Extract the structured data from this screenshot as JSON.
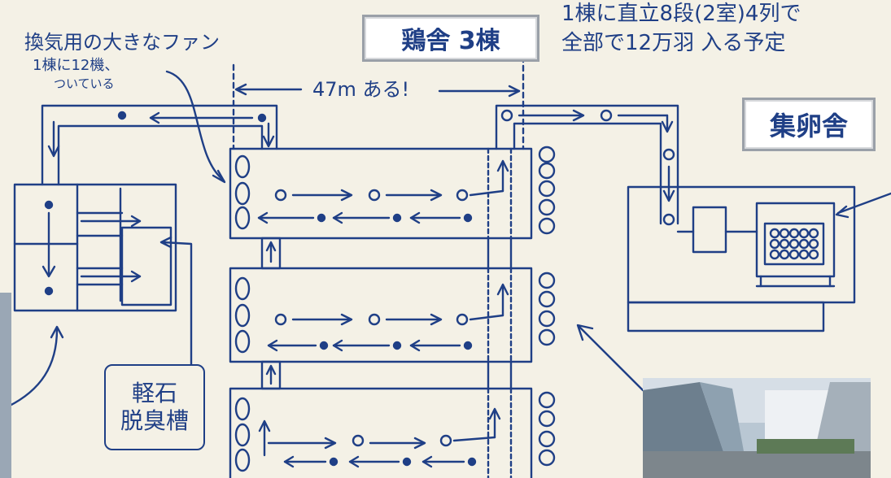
{
  "annotations": {
    "fan_title": "換気用の大きなファン",
    "fan_detail_1": "1棟に12機、",
    "fan_detail_2": "ついている",
    "length": "47m ある!",
    "capacity_1": "1棟に直立8段(2室)4列で",
    "capacity_2": "全部で12万羽 入る予定",
    "deodorizer_1": "軽石",
    "deodorizer_2": "脱臭槽"
  },
  "labels": {
    "henhouse": "鶏舎 3棟",
    "egg_collection": "集卵舎"
  },
  "colors": {
    "ink": "#1f3f86",
    "paper": "#f4f1e6",
    "label_border": "#9aa0a8"
  }
}
